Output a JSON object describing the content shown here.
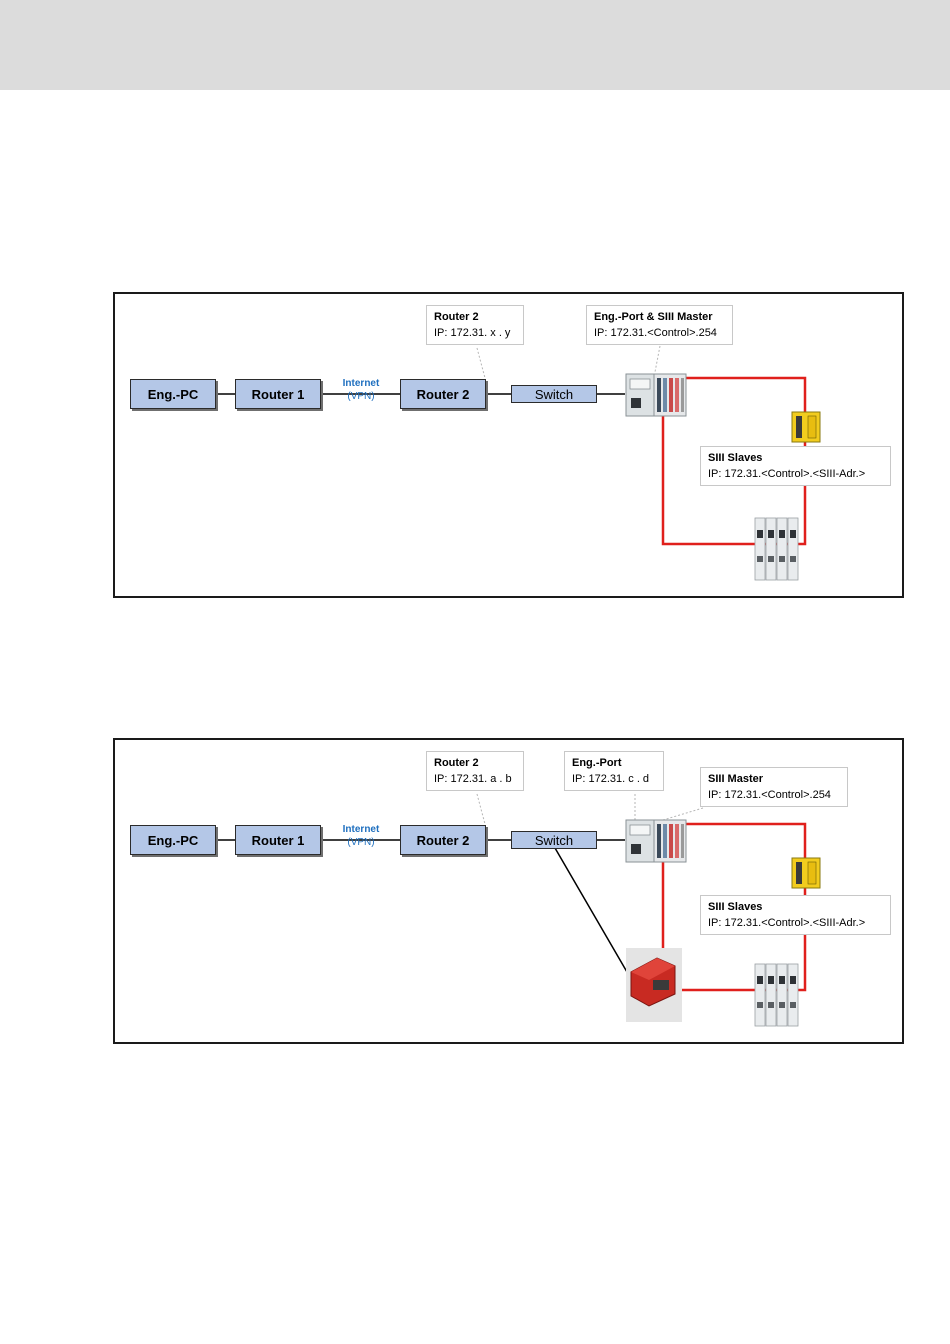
{
  "diagram_1": {
    "nodes": {
      "eng_pc": "Eng.-PC",
      "router1": "Router 1",
      "router2": "Router 2",
      "switch": "Switch"
    },
    "internet": {
      "line1": "Internet",
      "line2": "(VPN)"
    },
    "callouts": {
      "router2": {
        "title": "Router 2",
        "ip": "IP: 172.31. x . y"
      },
      "master": {
        "title": "Eng.-Port  &  SIII Master",
        "ip": "IP: 172.31.<Control>.254"
      },
      "slaves": {
        "title": "SIII Slaves",
        "ip": "IP:     172.31.<Control>.<SIII-Adr.>"
      }
    }
  },
  "diagram_2": {
    "nodes": {
      "eng_pc": "Eng.-PC",
      "router1": "Router 1",
      "router2": "Router 2",
      "switch": "Switch"
    },
    "internet": {
      "line1": "Internet",
      "line2": "(VPN)"
    },
    "callouts": {
      "router2": {
        "title": "Router 2",
        "ip": "IP: 172.31. a . b"
      },
      "eng_port": {
        "title": "Eng.-Port",
        "ip": "IP: 172.31. c . d"
      },
      "master": {
        "title": "SIII Master",
        "ip": "IP: 172.31.<Control>.254"
      },
      "slaves": {
        "title": "SIII Slaves",
        "ip": "IP:     172.31.<Control>.<SIII-Adr.>"
      }
    }
  },
  "colors": {
    "box_fill": "#b4c7e7",
    "ring": "#e0201c",
    "internet_text": "#1e6fbf",
    "header": "#dcdcdc"
  },
  "icons": [
    "control-unit-icon",
    "yellow-drive-icon",
    "drive-rack-icon",
    "red-controller-icon"
  ]
}
